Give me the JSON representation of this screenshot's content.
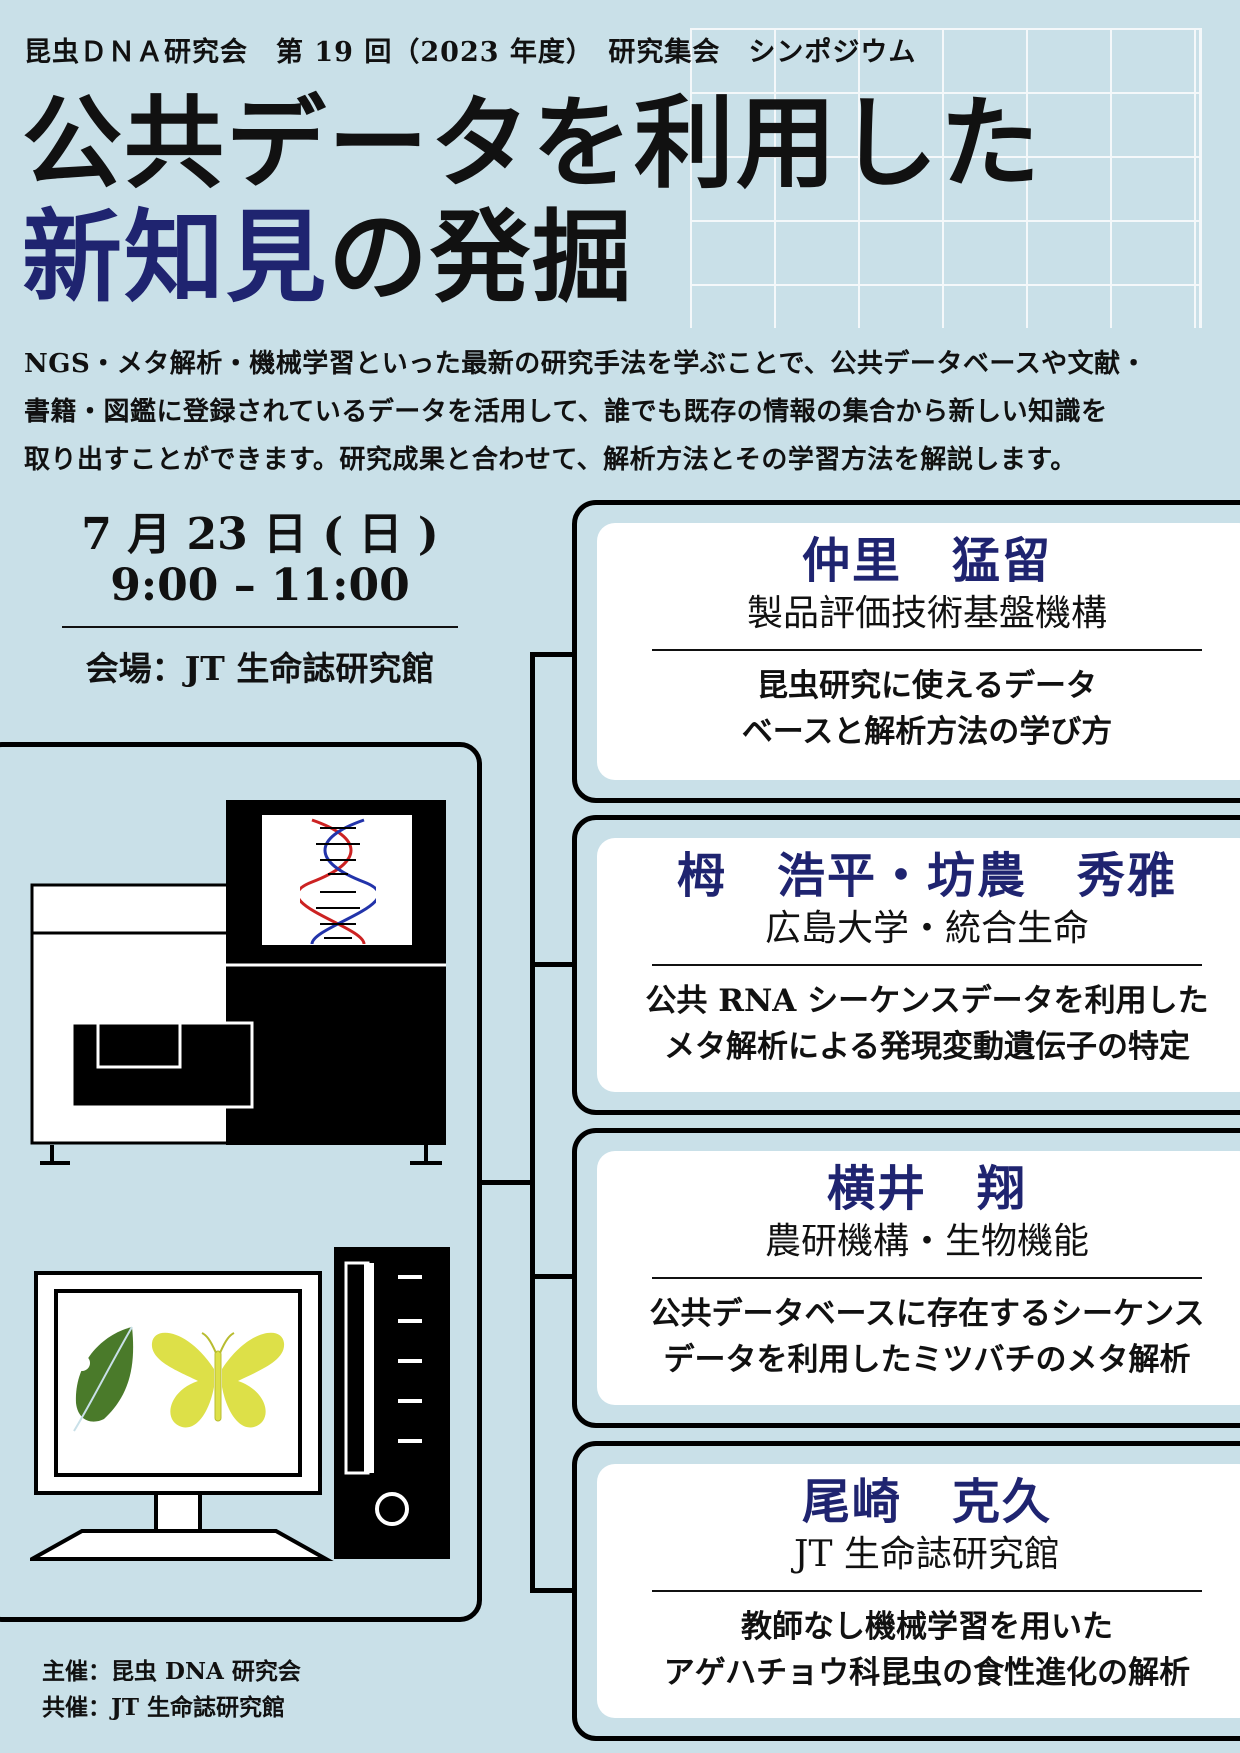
{
  "header": {
    "subtitle": "昆虫ＤＮＡ研究会　第 19 回（2023 年度）　研究集会　シンポジウム",
    "title_line1": "公共データを利用した",
    "title_line2_accent": "新知見",
    "title_line2_rest": "の発掘"
  },
  "intro": {
    "lines": [
      "NGS・メタ解析・機械学習といった最新の研究手法を学ぶことで、公共データベースや文献・",
      "書籍・図鑑に登録されているデータを活用して、誰でも既存の情報の集合から新しい知識を",
      "取り出すことができます。研究成果と合わせて、解析方法とその学習方法を解説します。"
    ]
  },
  "event": {
    "date": "7 月 23 日 ( 日 )",
    "time": "9:00 – 11:00",
    "venue": "会場：JT 生命誌研究館"
  },
  "speakers": [
    {
      "name": "仲里　猛留",
      "affiliation": "製品評価技術基盤機構",
      "topic_lines": [
        "昆虫研究に使えるデータ",
        "ベースと解析方法の学び方"
      ]
    },
    {
      "name": "栂　浩平・坊農　秀雅",
      "affiliation": "広島大学・統合生命",
      "topic_lines": [
        "公共 RNA シーケンスデータを利用した",
        "メタ解析による発現変動遺伝子の特定"
      ]
    },
    {
      "name": "横井　翔",
      "affiliation": "農研機構・生物機能",
      "topic_lines": [
        "公共データベースに存在するシーケンス",
        "データを利用したミツバチのメタ解析"
      ]
    },
    {
      "name": "尾崎　克久",
      "affiliation": "JT 生命誌研究館",
      "topic_lines": [
        "教師なし機械学習を用いた",
        "アゲハチョウ科昆虫の食性進化の解析"
      ]
    }
  ],
  "organizers": {
    "host": "主催：昆虫 DNA 研究会",
    "cohost": "共催：JT 生命誌研究館"
  },
  "illustration": {
    "icons": [
      "sequencer-icon",
      "dna-helix-icon",
      "computer-monitor-icon",
      "leaf-icon",
      "butterfly-icon",
      "pc-tower-icon"
    ],
    "colors": {
      "background": "#c9e0e8",
      "accent_navy": "#1f2470",
      "leaf_green": "#4a7a2a",
      "butterfly_yellow": "#dde048",
      "dna_red": "#cc2222",
      "dna_blue": "#2233aa"
    }
  }
}
